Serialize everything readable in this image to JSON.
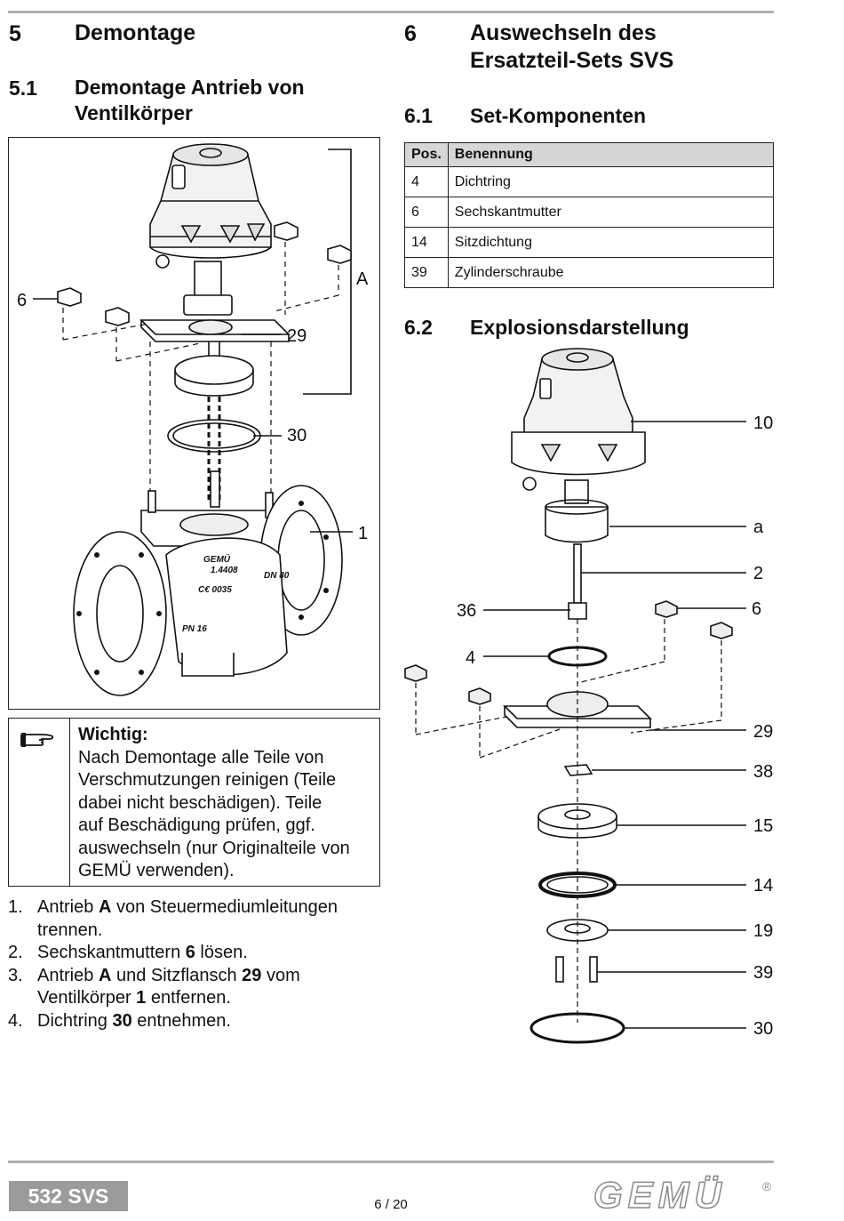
{
  "section5": {
    "number": "5",
    "title": "Demontage",
    "sub": {
      "number": "5.1",
      "title_lines": [
        "Demontage Antrieb von",
        "Ventilkörper"
      ]
    },
    "figure_labels": {
      "actuator": "A",
      "nut": "6",
      "seat_flange": "29",
      "seal": "30",
      "body": "1"
    },
    "note": {
      "heading": "Wichtig:",
      "lines": [
        "Nach Demontage alle Teile von",
        "Verschmutzungen reinigen (Teile",
        "dabei nicht beschädigen). Teile",
        "auf Beschädigung prüfen, ggf.",
        "auswechseln (nur Originalteile von",
        "GEMÜ verwenden)."
      ]
    },
    "steps": [
      {
        "n": "1.",
        "parts": [
          {
            "t": "Antrieb "
          },
          {
            "t": "A",
            "b": true
          },
          {
            "t": " von Steuermediumleitungen trennen."
          }
        ]
      },
      {
        "n": "2.",
        "parts": [
          {
            "t": "Sechskantmuttern "
          },
          {
            "t": "6",
            "b": true
          },
          {
            "t": " lösen."
          }
        ]
      },
      {
        "n": "3.",
        "parts": [
          {
            "t": "Antrieb "
          },
          {
            "t": "A",
            "b": true
          },
          {
            "t": " und Sitzflansch "
          },
          {
            "t": "29",
            "b": true
          },
          {
            "t": " vom Ventilkörper "
          },
          {
            "t": "1",
            "b": true
          },
          {
            "t": " entfernen."
          }
        ]
      },
      {
        "n": "4.",
        "parts": [
          {
            "t": "Dichtring "
          },
          {
            "t": "30",
            "b": true
          },
          {
            "t": " entnehmen."
          }
        ]
      }
    ]
  },
  "section6": {
    "number": "6",
    "title_lines": [
      "Auswechseln des",
      "Ersatzteil-Sets SVS"
    ],
    "sub1": {
      "number": "6.1",
      "title": "Set-Komponenten"
    },
    "table": {
      "headers": [
        "Pos.",
        "Benennung"
      ],
      "rows": [
        [
          "4",
          "Dichtring"
        ],
        [
          "6",
          "Sechskantmutter"
        ],
        [
          "14",
          "Sitzdichtung"
        ],
        [
          "39",
          "Zylinderschraube"
        ]
      ]
    },
    "sub2": {
      "number": "6.2",
      "title": "Explosionsdarstellung"
    },
    "explosion_labels": [
      "10",
      "a",
      "2",
      "36",
      "6",
      "4",
      "29",
      "38",
      "15",
      "14",
      "19",
      "39",
      "30"
    ]
  },
  "footer": {
    "badge": "532 SVS",
    "page": "6 / 20",
    "logo": "GEMÜ",
    "registered": "®"
  },
  "figure_text": {
    "body_marks": [
      "GEMÜ",
      "1.4408",
      "DN 80",
      "C€ 0035",
      "PN 16"
    ]
  }
}
